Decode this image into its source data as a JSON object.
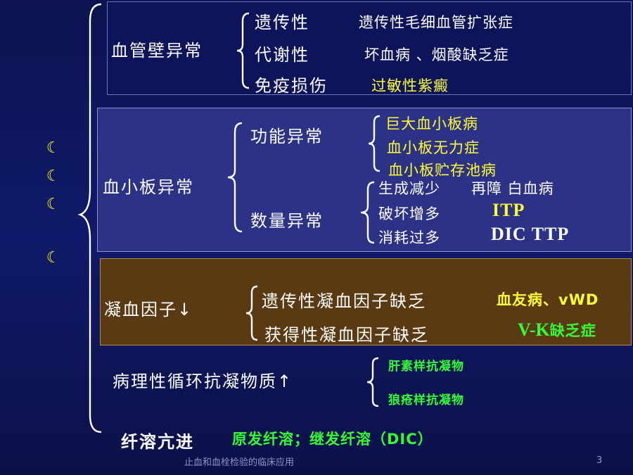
{
  "left_garbled_chars": [
    "☾",
    "☾",
    "☾",
    "☾"
  ],
  "vessel": {
    "title": "血管壁异常",
    "rows": [
      {
        "type": "遗传性",
        "detail": "遗传性毛细血管扩张症"
      },
      {
        "type": "代谢性",
        "detail": "坏血病 、烟酸缺乏症"
      },
      {
        "type": "免疫损伤",
        "detail": "过敏性紫癜"
      }
    ]
  },
  "platelet": {
    "title": "血小板异常",
    "function": {
      "label": "功能异常",
      "items": [
        "巨大血小板病",
        "血小板无力症",
        "血小板贮存池病"
      ]
    },
    "quantity": {
      "label": "数量异常",
      "rows": [
        {
          "cause": "生成减少",
          "examples": "再障  白血病"
        },
        {
          "cause": "破坏增多",
          "examples": "ITP"
        },
        {
          "cause": "消耗过多",
          "examples": "DIC  TTP"
        }
      ]
    }
  },
  "coag": {
    "title": "凝血因子↓",
    "rows": [
      {
        "type": "遗传性凝血因子缺乏",
        "disease": "血友病、vWD"
      },
      {
        "type": "获得性凝血因子缺乏",
        "disease_prefix": "V-K",
        "disease_suffix": "缺乏症"
      }
    ]
  },
  "anticoag": {
    "title": "病理性循环抗凝物质↑",
    "items": [
      "肝素样抗凝物",
      "狼疮样抗凝物"
    ]
  },
  "fibrinolysis": {
    "title": "纤溶亢进",
    "detail": "原发纤溶；继发纤溶（DIC）"
  },
  "footer": {
    "caption": "止血和血栓检验的临床应用",
    "page_number": "3"
  },
  "colors": {
    "background": "#0f186a",
    "highlight_yellow": "#ffff33",
    "highlight_green": "#33ff33",
    "coag_box": "#5a3a12"
  }
}
